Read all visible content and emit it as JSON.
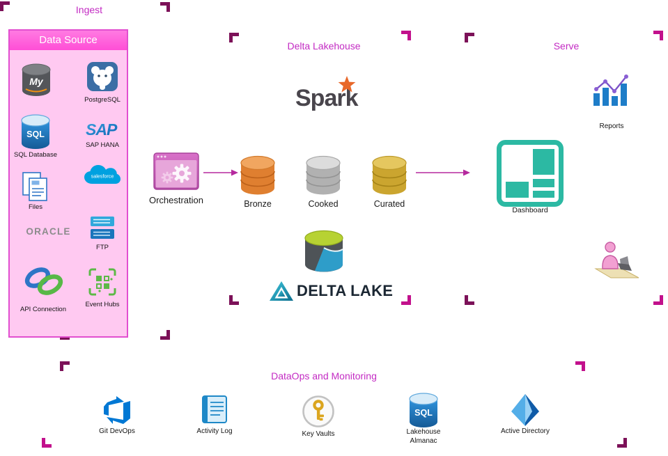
{
  "sections": {
    "ingest": "Ingest",
    "delta_lakehouse": "Delta Lakehouse",
    "serve": "Serve",
    "dataops": "DataOps and Monitoring"
  },
  "data_source": {
    "title": "Data Source",
    "mysql_text": "My",
    "postgresql": "PostgreSQL",
    "sql_text": "SQL",
    "sql_database": "SQL Database",
    "sap_text": "SAP",
    "sap_hana": "SAP HANA",
    "files": "Files",
    "salesforce_text": "salesforce",
    "oracle_text": "ORACLE",
    "ftp": "FTP",
    "api_connection": "API Connection",
    "event_hubs": "Event Hubs"
  },
  "pipeline": {
    "spark_text": "Spark",
    "orchestration": "Orchestration",
    "layers": [
      "Bronze",
      "Cooked",
      "Curated"
    ],
    "delta_lake_text": "DELTA LAKE"
  },
  "serve": {
    "reports": "Reports",
    "dashboard": "Dashboard"
  },
  "dataops": {
    "almanac_icon_text": "SQL",
    "items": [
      "Git DevOps",
      "Activity Log",
      "Key Vaults",
      "Lakehouse Almanac",
      "Active Directory"
    ]
  },
  "colors": {
    "section_label": "#C32BC3",
    "bracket_dark": "#7C1158",
    "bracket_bright": "#C2108C",
    "panel_header": "#FF55D8",
    "panel_body": "#FFC9F1",
    "arrow": "#B5299E",
    "bronze": "#DF7F30",
    "cooked": "#B1B1B1",
    "curated": "#CBA52F",
    "dashboard_teal": "#2CB9A3"
  }
}
